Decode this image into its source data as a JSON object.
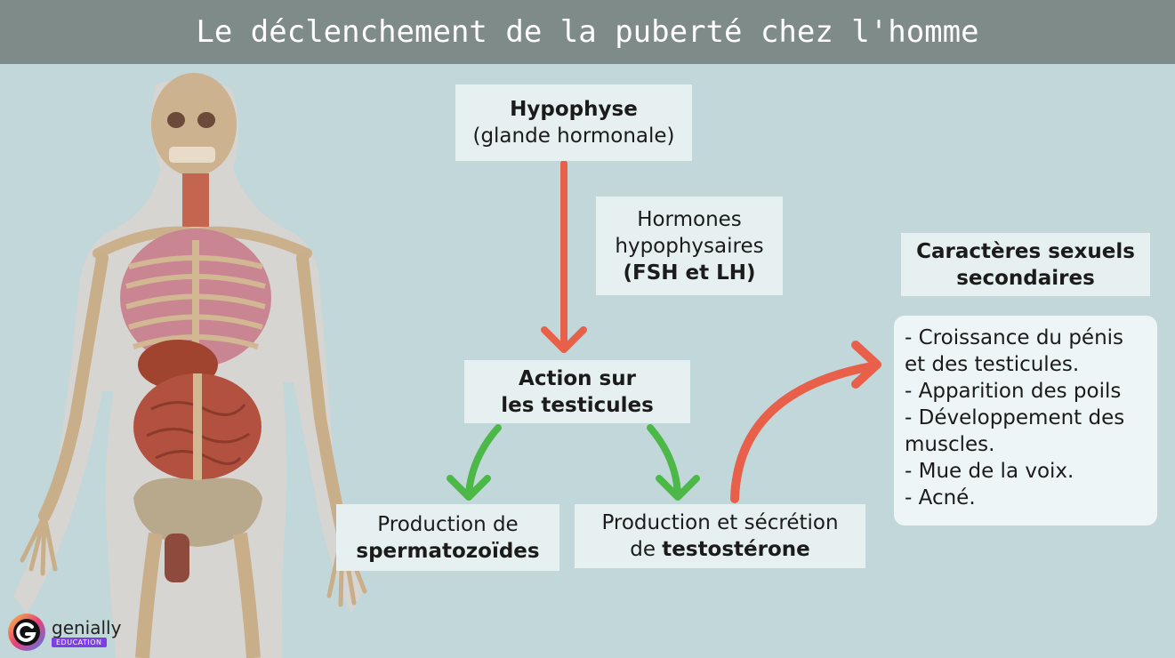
{
  "title": "Le déclenchement de la puberté chez l'homme",
  "hypophyse": {
    "name": "Hypophyse",
    "desc": "(glande hormonale)"
  },
  "hormones": {
    "line1": "Hormones",
    "line2": "hypophysaires",
    "line3": "(FSH et LH)"
  },
  "action": {
    "line1": "Action sur",
    "line2": "les testicules"
  },
  "sperm": {
    "line1": "Production de",
    "line2": "spermatozoïdes"
  },
  "testo": {
    "line1": "Production et sécrétion",
    "prefix": "de ",
    "name": "testostérone"
  },
  "caracteres": {
    "line1": "Caractères sexuels",
    "line2": "secondaires"
  },
  "list": [
    "- Croissance du pénis\net des testicules.",
    "- Apparition des poils",
    "- Développement des\nmuscles.",
    "- Mue de la voix.",
    "- Acné."
  ],
  "logo": {
    "name": "genially",
    "badge": "EDUCATION"
  },
  "colors": {
    "red_arrow": "#e8604a",
    "green_arrow": "#4cb848",
    "title_bg": "#7e8b89",
    "background": "#c2d7d9"
  }
}
